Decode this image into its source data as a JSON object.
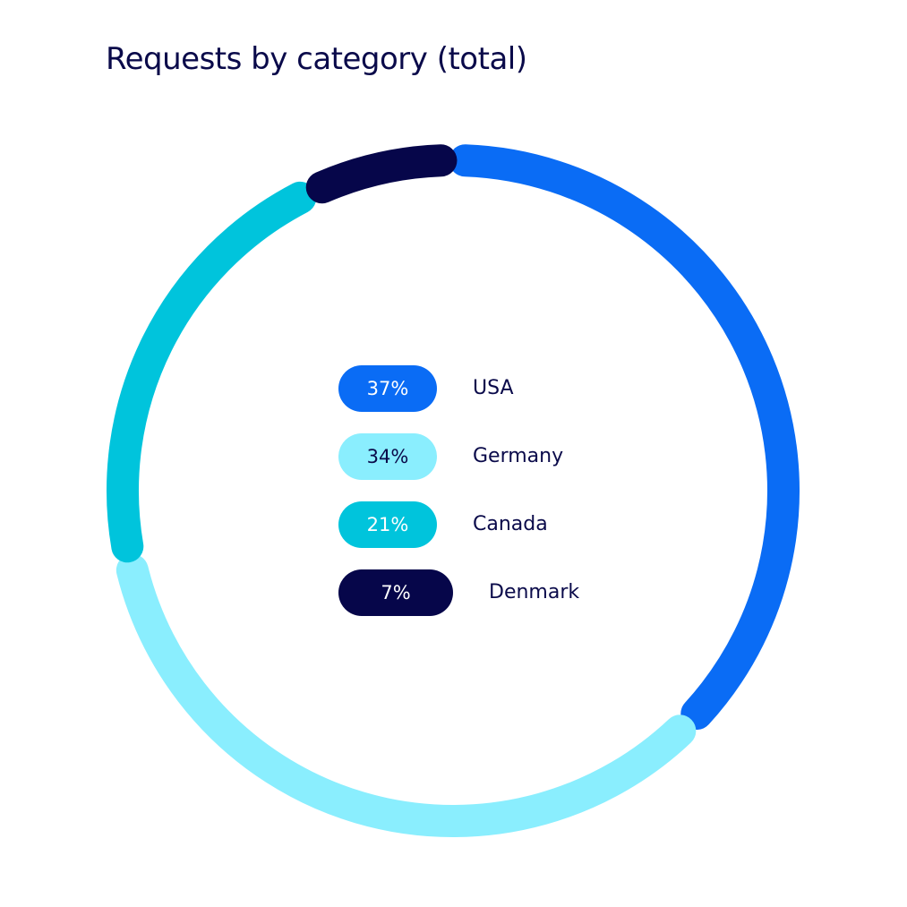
{
  "chart_data": {
    "type": "pie",
    "variant": "donut",
    "title": "Requests by category (total)",
    "categories": [
      "USA",
      "Germany",
      "Canada",
      "Denmark"
    ],
    "values": [
      37,
      34,
      21,
      7
    ],
    "value_labels": [
      "37%",
      "34%",
      "21%",
      "7%"
    ],
    "start": "top, clockwise",
    "legend_placement": "center",
    "colors": {
      "USA": "#0a6cf5",
      "Germany": "#8aeefe",
      "Canada": "#00c4dc",
      "Denmark": "#06064a"
    },
    "pill_text_colors": {
      "USA": "#ffffff",
      "Germany": "#0a0a4a",
      "Canada": "#ffffff",
      "Denmark": "#ffffff"
    }
  }
}
